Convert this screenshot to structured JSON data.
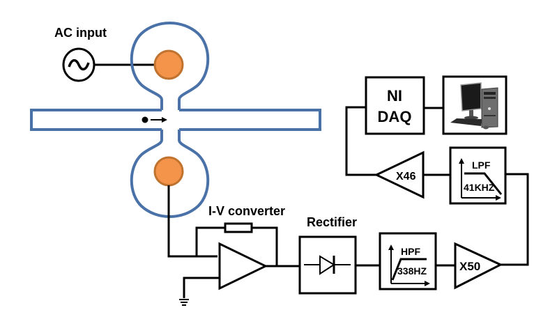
{
  "colors": {
    "channel": "#4a72a8",
    "electrode_fill": "#f4934a",
    "electrode_stroke": "#c0722f",
    "wire": "#000000"
  },
  "labels": {
    "ac_input": "AC input",
    "ac_symbol": "~",
    "iv_converter": "I-V converter",
    "rectifier": "Rectifier",
    "hpf_title": "HPF",
    "hpf_cutoff": "338HZ",
    "amp1_gain": "X50",
    "lpf_title": "LPF",
    "lpf_cutoff": "41KHZ",
    "amp2_gain": "X46",
    "daq_line1": "NI",
    "daq_line2": "DAQ"
  },
  "icons": {
    "computer": "desktop-computer-icon"
  },
  "signal_chain": [
    "AC input",
    "I-V converter",
    "Rectifier",
    "HPF 338HZ",
    "X50",
    "LPF 41KHZ",
    "X46",
    "NI DAQ",
    "Computer"
  ]
}
